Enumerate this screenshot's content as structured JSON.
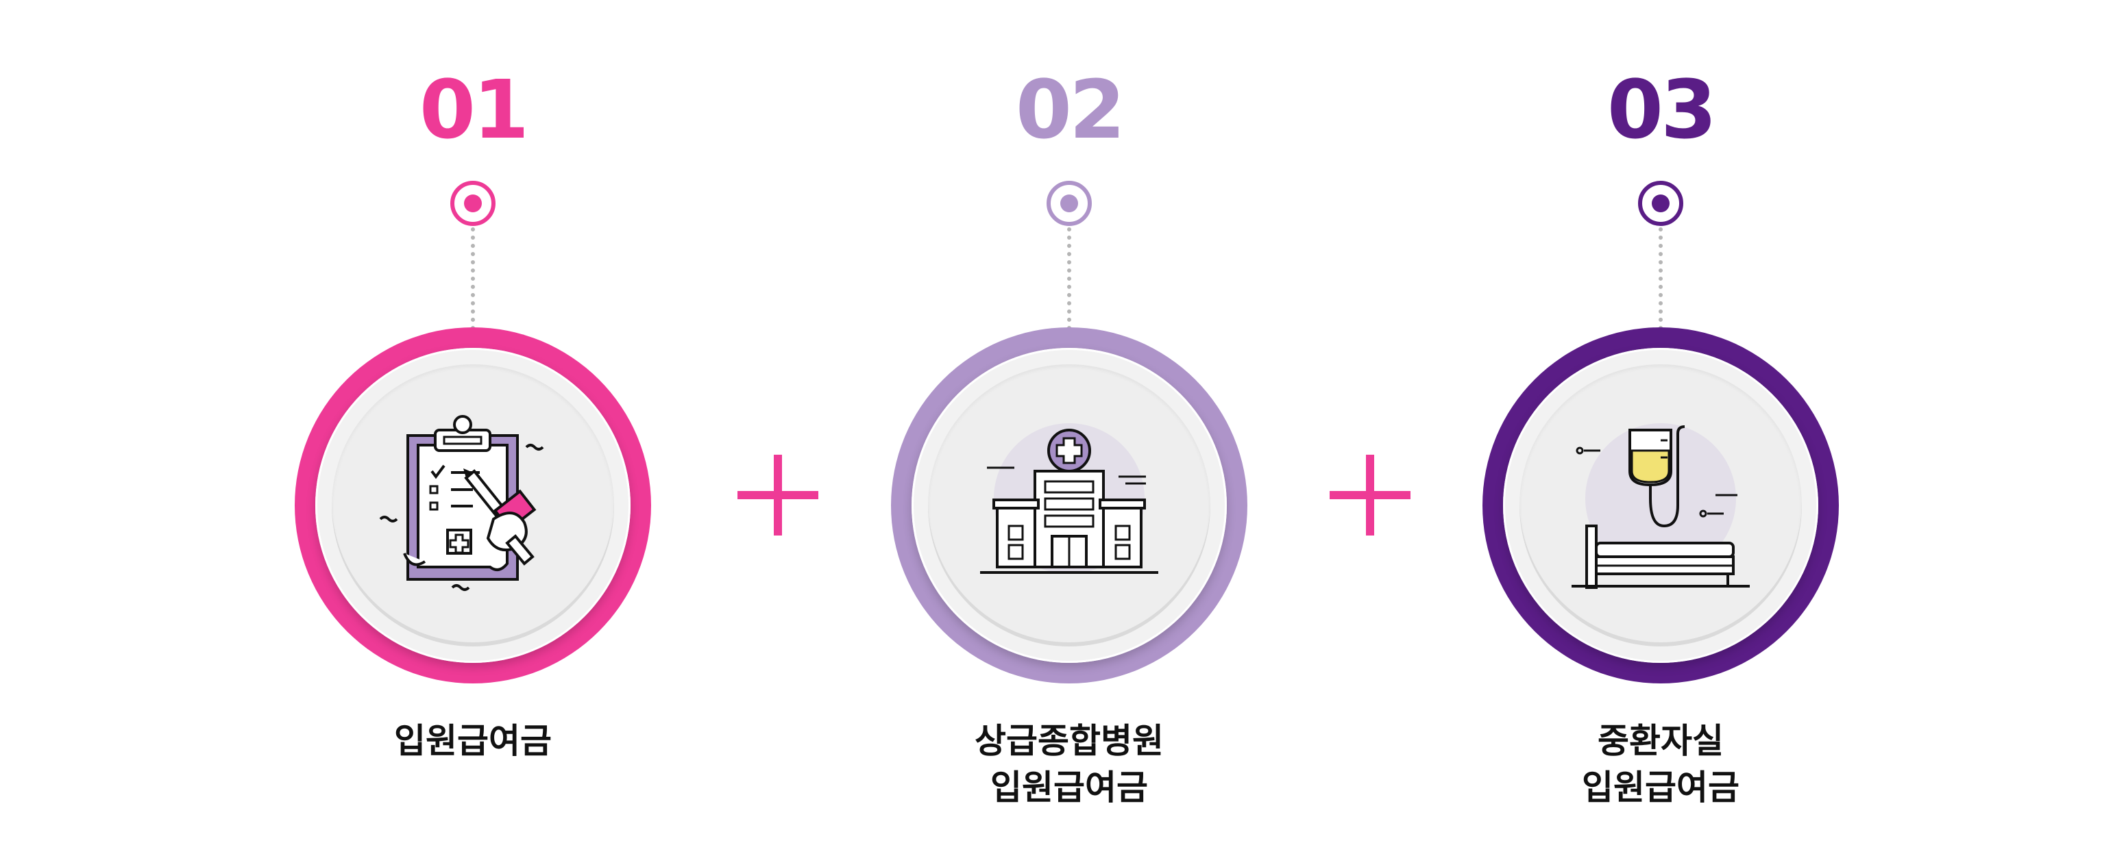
{
  "steps": [
    {
      "number": "01",
      "icon": "clipboard-pencil-icon",
      "label_lines": [
        "입원급여금"
      ],
      "color": "#ee3a96"
    },
    {
      "number": "02",
      "icon": "hospital-building-icon",
      "label_lines": [
        "상급종합병원",
        "입원급여금"
      ],
      "color": "#ae94c9"
    },
    {
      "number": "03",
      "icon": "iv-drip-bed-icon",
      "label_lines": [
        "중환자실",
        "입원급여금"
      ],
      "color": "#5a1d86"
    }
  ],
  "connector_symbol": "plus-icon",
  "plus_color": "#ee3a96"
}
